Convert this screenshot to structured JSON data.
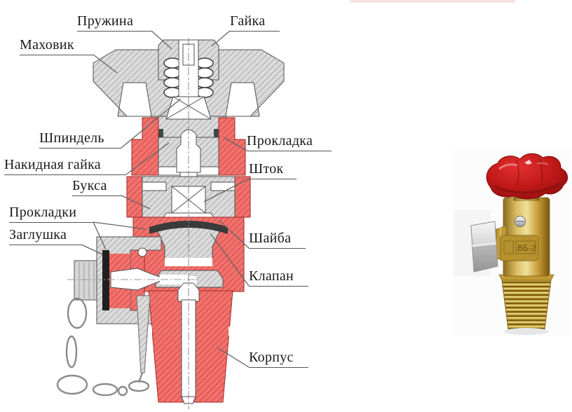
{
  "figure": {
    "labels": [
      {
        "id": "spring",
        "text": "Пружина"
      },
      {
        "id": "nut",
        "text": "Гайка"
      },
      {
        "id": "handwheel",
        "text": "Маховик"
      },
      {
        "id": "spindle",
        "text": "Шпиндель"
      },
      {
        "id": "union-nut",
        "text": "Накидная гайка"
      },
      {
        "id": "bushing",
        "text": "Букса"
      },
      {
        "id": "gaskets",
        "text": "Прокладки"
      },
      {
        "id": "plug",
        "text": "Заглушка"
      },
      {
        "id": "gasket",
        "text": "Прокладка"
      },
      {
        "id": "stem",
        "text": "Шток"
      },
      {
        "id": "washer",
        "text": "Шайба"
      },
      {
        "id": "valve",
        "text": "Клапан"
      },
      {
        "id": "body",
        "text": "Корпус"
      }
    ],
    "photo": {
      "stamp_text": "ВБ-2"
    },
    "colors": {
      "section_red": "#f0726d",
      "section_red_hatch": "#c93232",
      "section_gray": "#dbdbdb",
      "section_gray_hatch": "#979797",
      "gasket_dark": "#2e2e2e",
      "photo_handwheel_red": "#c01818",
      "photo_brass": "#c2a23f",
      "photo_nut_silver": "#d9d9d9"
    }
  }
}
